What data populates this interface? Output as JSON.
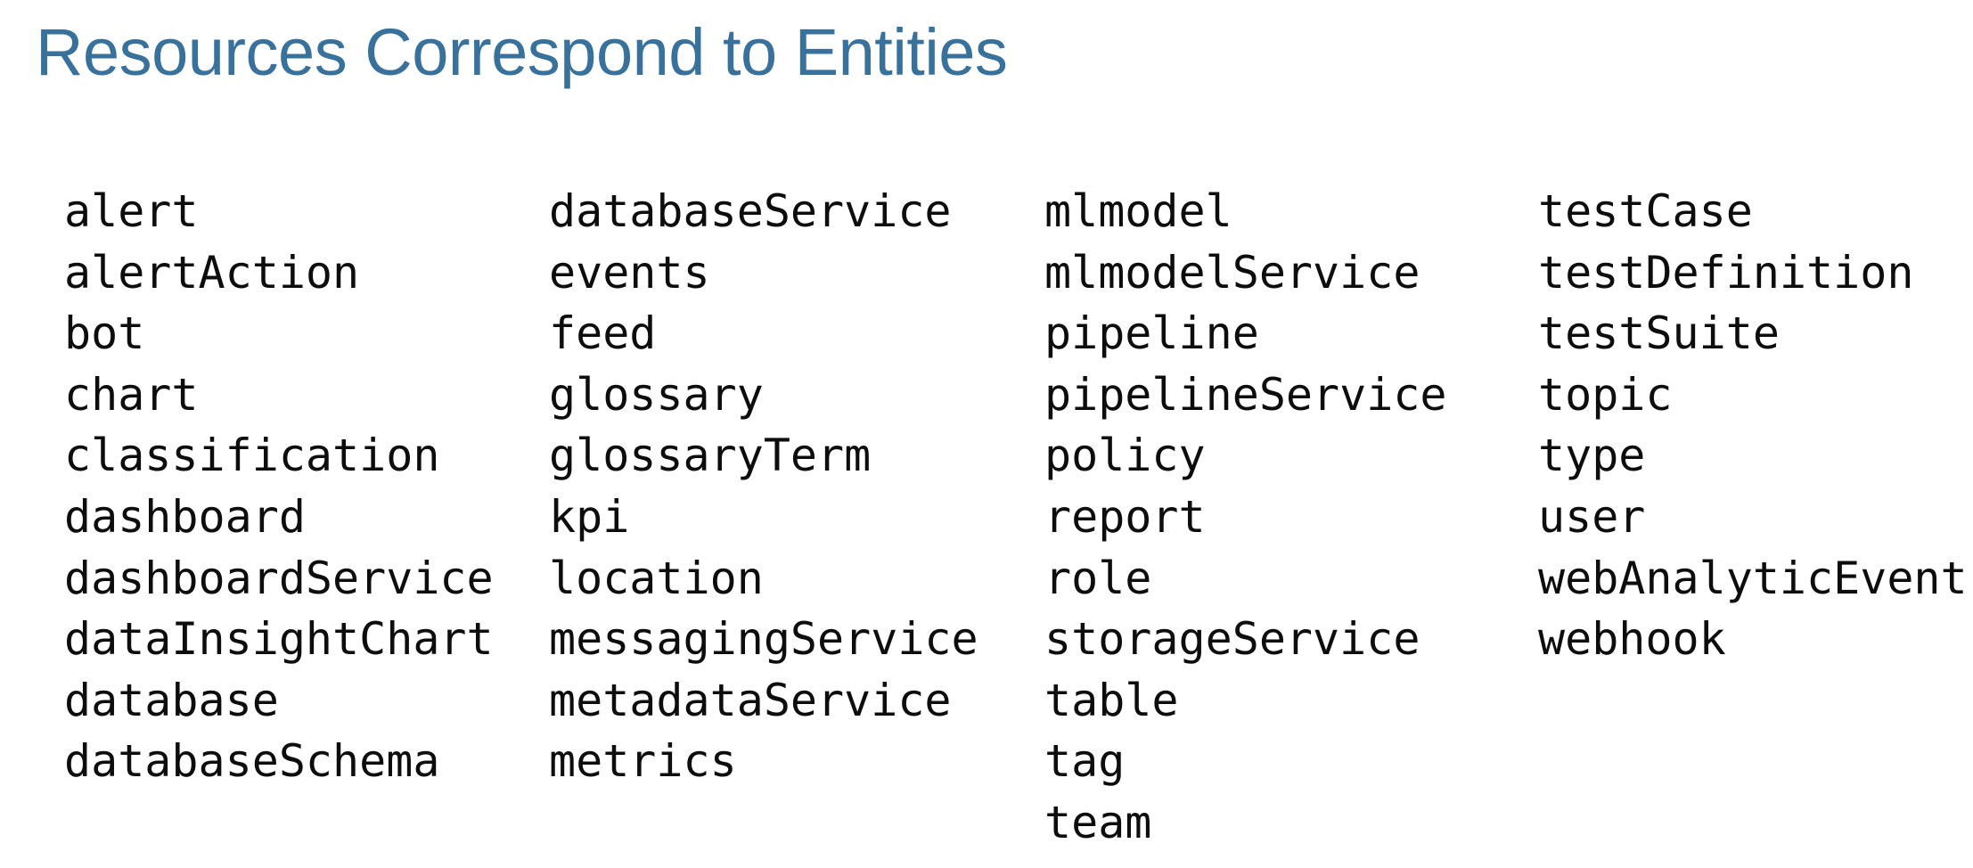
{
  "heading": {
    "title": "Resources Correspond to Entities",
    "color": "#38719B"
  },
  "body_text_color": "#0d0d0d",
  "resource_list": {
    "columns": [
      {
        "items": [
          "alert",
          "alertAction",
          "bot",
          "chart",
          "classification",
          "dashboard",
          "dashboardService",
          "dataInsightChart",
          "database",
          "databaseSchema"
        ]
      },
      {
        "items": [
          "databaseService",
          "events",
          "feed",
          "glossary",
          "glossaryTerm",
          "kpi",
          "location",
          "messagingService",
          "metadataService",
          "metrics"
        ]
      },
      {
        "items": [
          "mlmodel",
          "mlmodelService",
          "pipeline",
          "pipelineService",
          "policy",
          "report",
          "role",
          "storageService",
          "table",
          "tag",
          "team"
        ]
      },
      {
        "items": [
          "testCase",
          "testDefinition",
          "testSuite",
          "topic",
          "type",
          "user",
          "webAnalyticEvent",
          "webhook"
        ]
      }
    ]
  }
}
